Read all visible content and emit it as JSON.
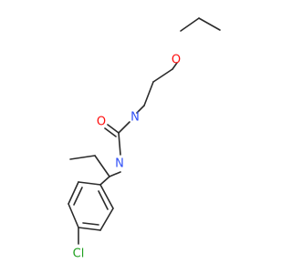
{
  "molecule": {
    "atoms": {
      "ether_oxygen": {
        "symbol": "O",
        "color": "#ff0d0d"
      },
      "urea_n_upper": {
        "symbol": "N",
        "color": "#3050f8"
      },
      "carbonyl_oxygen": {
        "symbol": "O",
        "color": "#ff0d0d"
      },
      "urea_n_lower": {
        "symbol": "N",
        "color": "#3050f8"
      },
      "chlorine": {
        "symbol": "Cl",
        "color": "#1fa01f"
      }
    },
    "bond_color": "#2b2b2b",
    "background": "#ffffff"
  }
}
